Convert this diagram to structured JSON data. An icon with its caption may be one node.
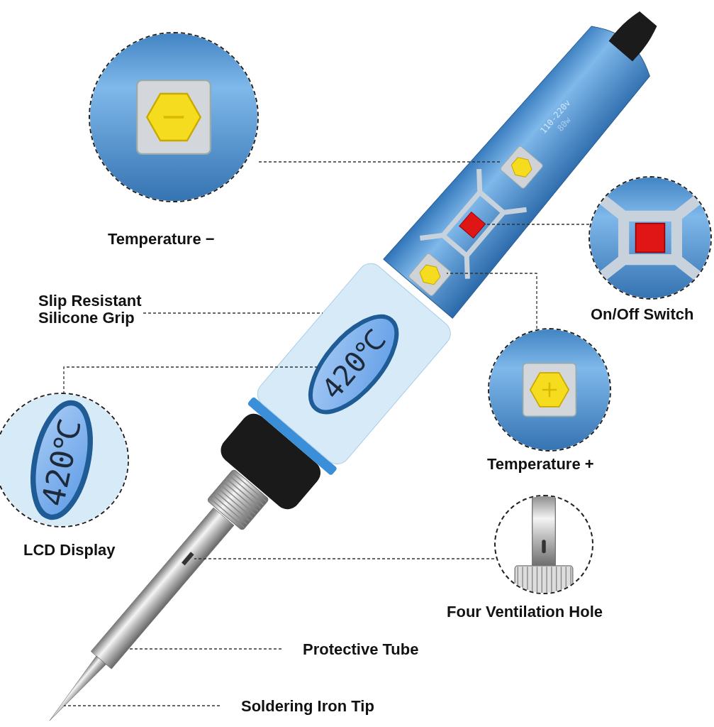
{
  "diagram": {
    "nodes": [
      {
        "text": [
          "Temperature −"
        ]
      },
      {
        "text": [
          "On/Off Switch"
        ]
      },
      {
        "text": [
          "Slip Resistant Silicone Grip"
        ]
      },
      {
        "text": [
          "Temperature +"
        ]
      },
      {
        "text": [
          "LCD Display"
        ]
      },
      {
        "text": [
          "Four Ventilation Hole"
        ]
      },
      {
        "text": [
          "Protective Tube"
        ]
      },
      {
        "text": [
          "Soldering Iron Tip"
        ]
      },
      {
        "text": [],
        "shape": "picture"
      },
      {
        "text": [],
        "shape": "picture"
      },
      {
        "text": [],
        "shape": "picture"
      },
      {
        "text": [],
        "shape": "picture"
      },
      {
        "text": [],
        "shape": "picture",
        "in": 10
      },
      {
        "text": [],
        "shape": "box",
        "in": 14
      },
      {
        "text": [],
        "shape": "picture"
      },
      {
        "text": [],
        "shape": "picture"
      }
    ],
    "edges": [
      {
        "from": 0,
        "to": 8,
        "arrow": "none",
        "style": "dashed"
      },
      {
        "from": 1,
        "to": 9,
        "arrow": "none",
        "style": "dashed"
      },
      {
        "from": 2,
        "to": 10,
        "arrow": "none",
        "style": "dashed"
      },
      {
        "from": 3,
        "to": 11,
        "arrow": "none",
        "style": "dashed"
      },
      {
        "from": 4,
        "to": 12,
        "arrow": "none",
        "style": "dashed"
      },
      {
        "from": 5,
        "to": 13,
        "arrow": "none",
        "style": "dashed"
      },
      {
        "from": 6,
        "to": 14,
        "arrow": "none",
        "style": "dashed"
      },
      {
        "from": 7,
        "to": 15,
        "arrow": "none",
        "style": "dashed"
      }
    ],
    "labels": [
      "110-220v",
      "80w",
      "420℃",
      "420℃"
    ]
  }
}
